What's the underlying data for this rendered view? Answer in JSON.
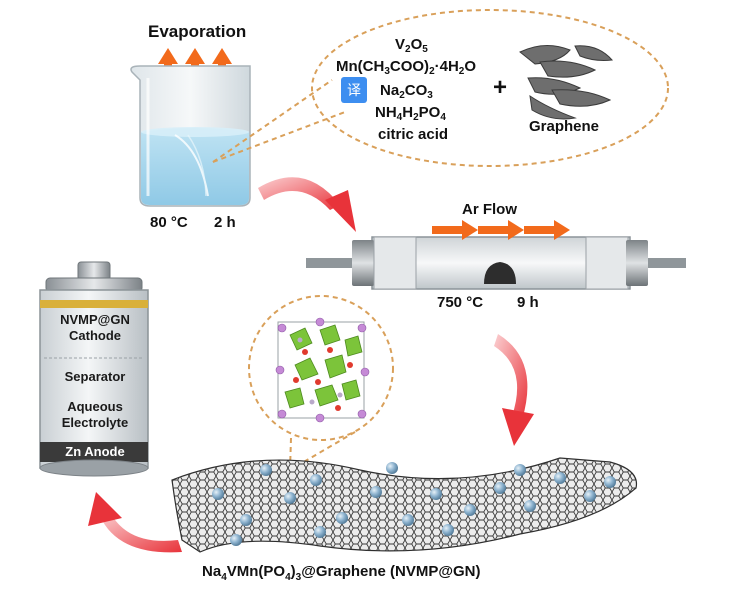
{
  "labels": {
    "evaporation": "Evaporation",
    "beaker_condition_temp": "80 °C",
    "beaker_condition_time": "2 h",
    "ar_flow": "Ar Flow",
    "furnace_temp": "750 °C",
    "furnace_time": "9 h",
    "graphene": "Graphene",
    "plus": "+",
    "product_caption_main": "Na",
    "product_caption_sub1": "4",
    "product_caption_mid": "VMn(PO",
    "product_caption_sub2": "4",
    "product_caption_sub3": "3",
    "product_caption_end": "@Graphene (NVMP@GN)"
  },
  "reagents": {
    "v2o5": {
      "a": "V",
      "sub1": "2",
      "b": "O",
      "sub2": "5"
    },
    "mn": {
      "a": "Mn(CH",
      "sub1": "3",
      "b": "COO)",
      "sub2": "2",
      "c": "·4H",
      "sub3": "2",
      "d": "O"
    },
    "na2co3": {
      "a": "Na",
      "sub1": "2",
      "b": "CO",
      "sub2": "3"
    },
    "nh4h2po4": {
      "a": "NH",
      "sub1": "4",
      "b": "H",
      "sub2": "2",
      "c": "PO",
      "sub3": "4"
    },
    "citric": "citric acid"
  },
  "battery": {
    "cathode_line1": "NVMP@GN",
    "cathode_line2": "Cathode",
    "separator": "Separator",
    "electrolyte_line1": "Aqueous",
    "electrolyte_line2": "Electrolyte",
    "anode": "Zn Anode"
  },
  "badge": {
    "glyph": "译"
  },
  "colors": {
    "arrow_orange": "#f26a1b",
    "curve_arrow_red": "#e8333a",
    "dashed_orange": "#d9a05a",
    "cathode_gold": "#d9b03a",
    "liquid_blue": "#a9d7ee",
    "sphere_blue": "#7fa8c8"
  }
}
